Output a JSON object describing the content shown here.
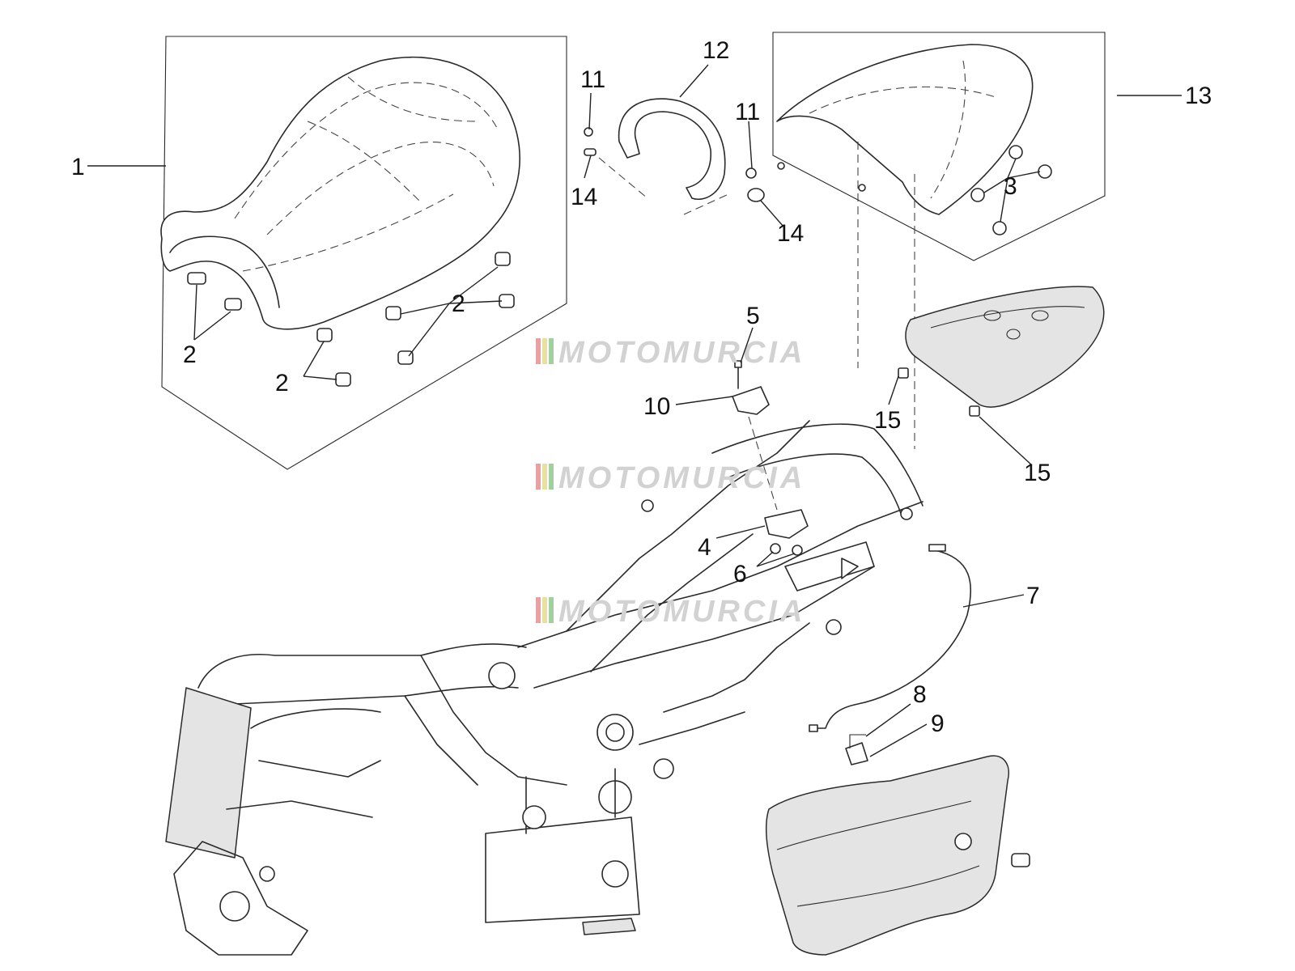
{
  "callouts": [
    {
      "id": "1",
      "text": "1"
    },
    {
      "id": "2a",
      "text": "2"
    },
    {
      "id": "2b",
      "text": "2"
    },
    {
      "id": "2c",
      "text": "2"
    },
    {
      "id": "3",
      "text": "3"
    },
    {
      "id": "4",
      "text": "4"
    },
    {
      "id": "5",
      "text": "5"
    },
    {
      "id": "6",
      "text": "6"
    },
    {
      "id": "7",
      "text": "7"
    },
    {
      "id": "8",
      "text": "8"
    },
    {
      "id": "9",
      "text": "9"
    },
    {
      "id": "10",
      "text": "10"
    },
    {
      "id": "11a",
      "text": "11"
    },
    {
      "id": "11b",
      "text": "11"
    },
    {
      "id": "12",
      "text": "12"
    },
    {
      "id": "13",
      "text": "13"
    },
    {
      "id": "14a",
      "text": "14"
    },
    {
      "id": "14b",
      "text": "14"
    },
    {
      "id": "15a",
      "text": "15"
    },
    {
      "id": "15b",
      "text": "15"
    }
  ],
  "watermark": {
    "text": "MOTOMURCIA",
    "colors": [
      "#e8a0a0",
      "#e8e0a0",
      "#a0d0a0"
    ]
  }
}
